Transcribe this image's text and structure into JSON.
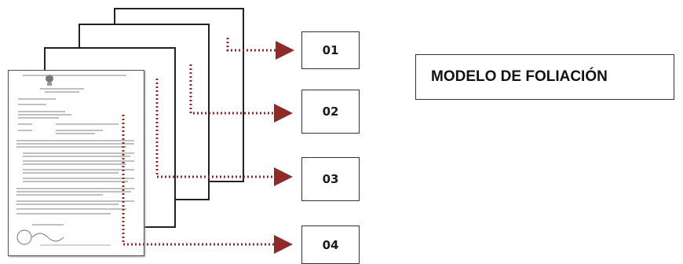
{
  "title": "MODELO DE FOLIACIÓN",
  "folios": [
    "01",
    "02",
    "03",
    "04"
  ],
  "colors": {
    "arrow": "#8e2a2a",
    "stroke": "#222222"
  }
}
